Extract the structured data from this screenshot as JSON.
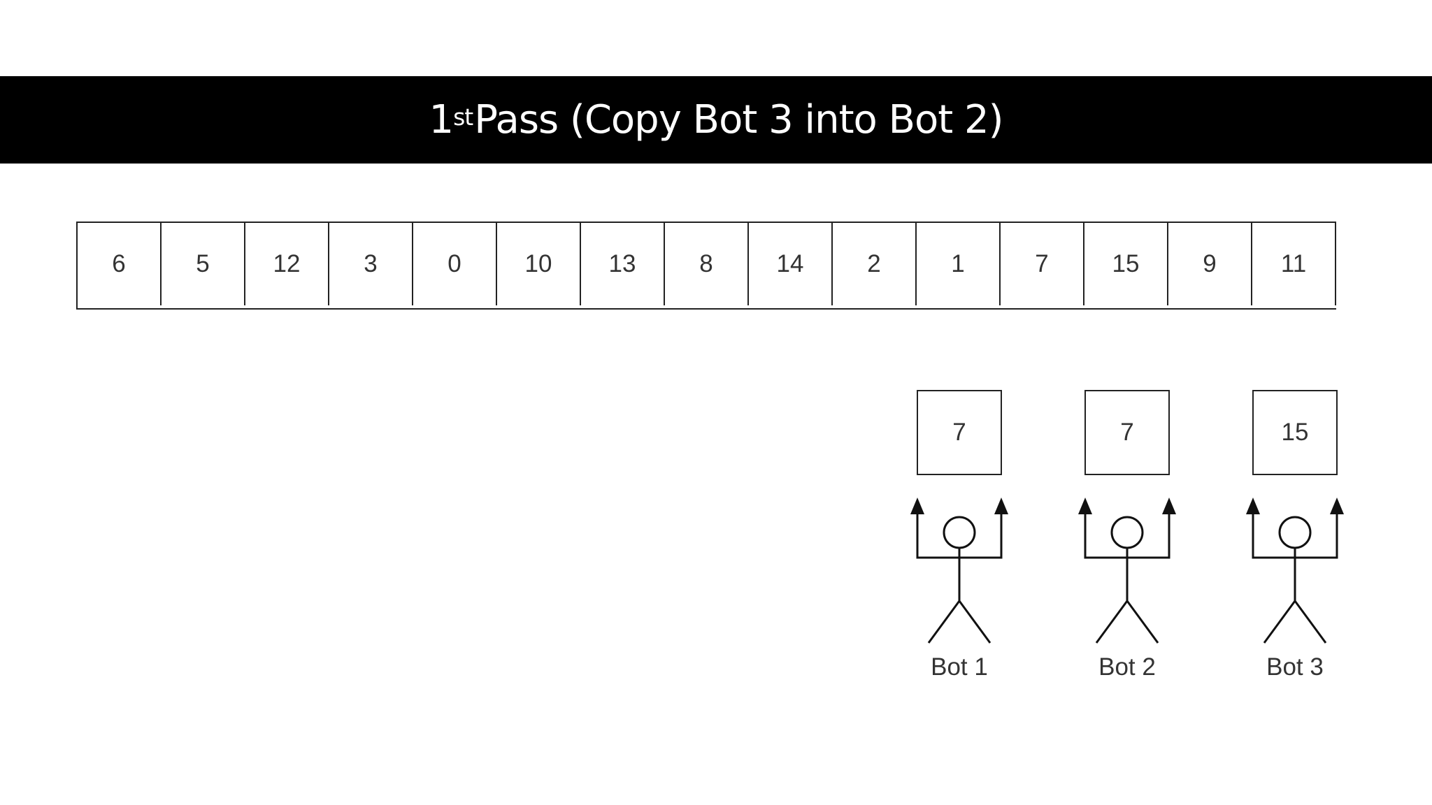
{
  "title": {
    "ordinal": "1",
    "suffix": "st",
    "text": " Pass (Copy Bot 3 into Bot 2)"
  },
  "array": [
    "6",
    "5",
    "12",
    "3",
    "0",
    "10",
    "13",
    "8",
    "14",
    "2",
    "1",
    "7",
    "15",
    "9",
    "11"
  ],
  "bots": [
    {
      "value": "7",
      "label": "Bot 1"
    },
    {
      "value": "7",
      "label": "Bot 2"
    },
    {
      "value": "15",
      "label": "Bot 3"
    }
  ]
}
